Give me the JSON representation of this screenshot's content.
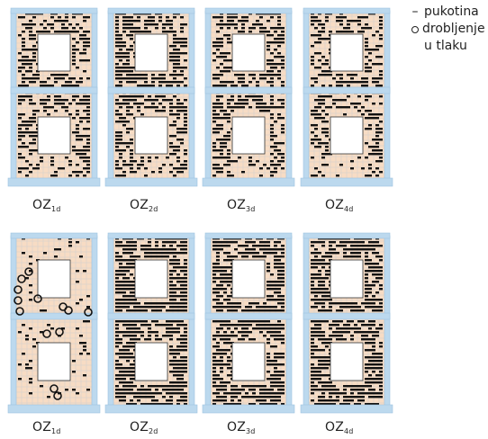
{
  "legend": {
    "crack_symbol": "–",
    "crack_label": "pukotina",
    "crush_label_line1": "drobljenje",
    "crush_label_line2": "u tlaku"
  },
  "panels": [
    {
      "id": "row1-1",
      "base": "OZ",
      "sub": "1d"
    },
    {
      "id": "row1-2",
      "base": "OZ",
      "sub": "2d"
    },
    {
      "id": "row1-3",
      "base": "OZ",
      "sub": "3d"
    },
    {
      "id": "row1-4",
      "base": "OZ",
      "sub": "4d"
    },
    {
      "id": "row2-1",
      "base": "OZ",
      "sub": "1d"
    },
    {
      "id": "row2-2",
      "base": "OZ",
      "sub": "2d"
    },
    {
      "id": "row2-3",
      "base": "OZ",
      "sub": "3d"
    },
    {
      "id": "row2-4",
      "base": "OZ",
      "sub": "4d"
    }
  ],
  "colors": {
    "frame": "#bcd9ee",
    "frame_line": "#9ec4df",
    "wall": "#f7dcc4",
    "grid": "#cfcfcf",
    "crack": "#111111"
  }
}
